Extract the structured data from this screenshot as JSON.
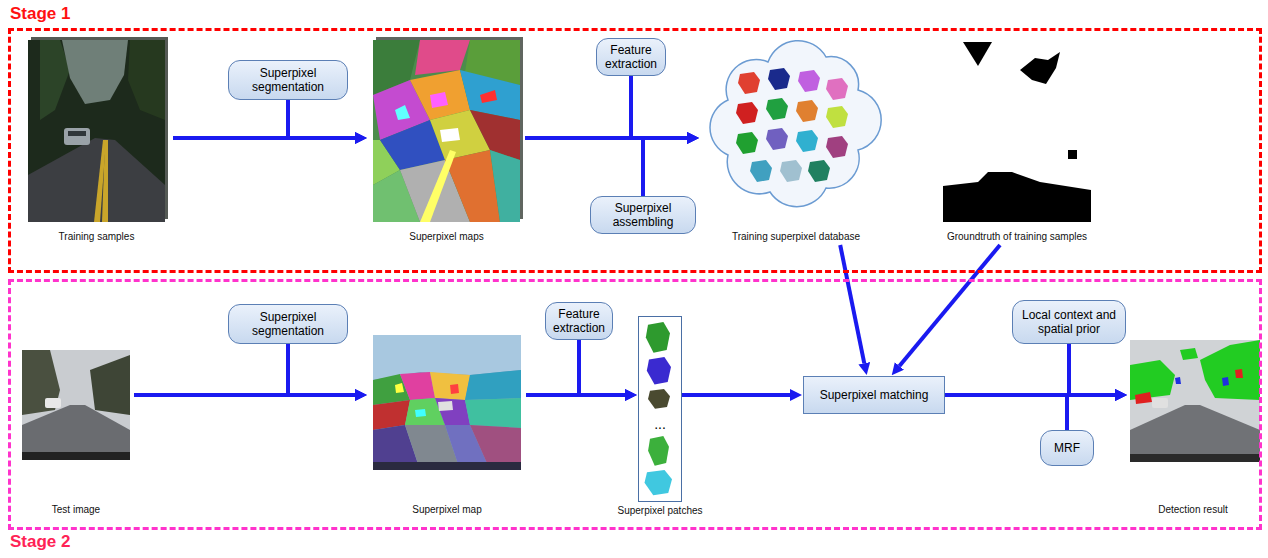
{
  "diagram": {
    "nodes": [
      {
        "text": [
          "Stage 1"
        ]
      },
      {
        "text": [
          "Training samples"
        ],
        "in": 0
      },
      {
        "text": [
          "Superpixel segmentation"
        ],
        "in": 0
      },
      {
        "text": [
          "Superpixel maps"
        ],
        "in": 0
      },
      {
        "text": [
          "Feature extraction"
        ],
        "in": 0
      },
      {
        "text": [
          "Superpixel assembling"
        ],
        "in": 0
      },
      {
        "text": [
          "Training superpixel database"
        ],
        "in": 0
      },
      {
        "text": [
          "Groundtruth of training samples"
        ],
        "in": 0
      },
      {
        "text": [
          "Stage 2"
        ]
      },
      {
        "text": [
          "Test image"
        ],
        "in": 8
      },
      {
        "text": [
          "Superpixel segmentation"
        ],
        "in": 8
      },
      {
        "text": [
          "Superpixel map"
        ],
        "in": 8
      },
      {
        "text": [
          "Feature extraction"
        ],
        "in": 8
      },
      {
        "text": [
          "...",
          "Superpixel patches"
        ],
        "in": 8
      },
      {
        "text": [
          "Superpixel matching"
        ],
        "in": 8
      },
      {
        "text": [
          "Local context and spatial prior"
        ],
        "in": 8
      },
      {
        "text": [
          "MRF"
        ],
        "in": 8
      },
      {
        "text": [
          "Detection result"
        ],
        "in": 8
      }
    ],
    "edges": [
      {
        "from": 1,
        "to": 3,
        "arrow": "to"
      },
      {
        "from": 2,
        "to": 3,
        "arrow": "to"
      },
      {
        "from": 3,
        "to": 6,
        "arrow": "to"
      },
      {
        "from": 4,
        "to": 6,
        "arrow": "to"
      },
      {
        "from": 5,
        "to": 6,
        "arrow": "to"
      },
      {
        "from": 6,
        "to": 14,
        "arrow": "to"
      },
      {
        "from": 7,
        "to": 14,
        "arrow": "to"
      },
      {
        "from": 9,
        "to": 11,
        "arrow": "to"
      },
      {
        "from": 10,
        "to": 11,
        "arrow": "to"
      },
      {
        "from": 11,
        "to": 13,
        "arrow": "to"
      },
      {
        "from": 12,
        "to": 13,
        "arrow": "to"
      },
      {
        "from": 13,
        "to": 14,
        "arrow": "to"
      },
      {
        "from": 14,
        "to": 17,
        "arrow": "to"
      },
      {
        "from": 15,
        "to": 17,
        "arrow": "to"
      },
      {
        "from": 16,
        "to": 17,
        "arrow": "to"
      }
    ]
  }
}
